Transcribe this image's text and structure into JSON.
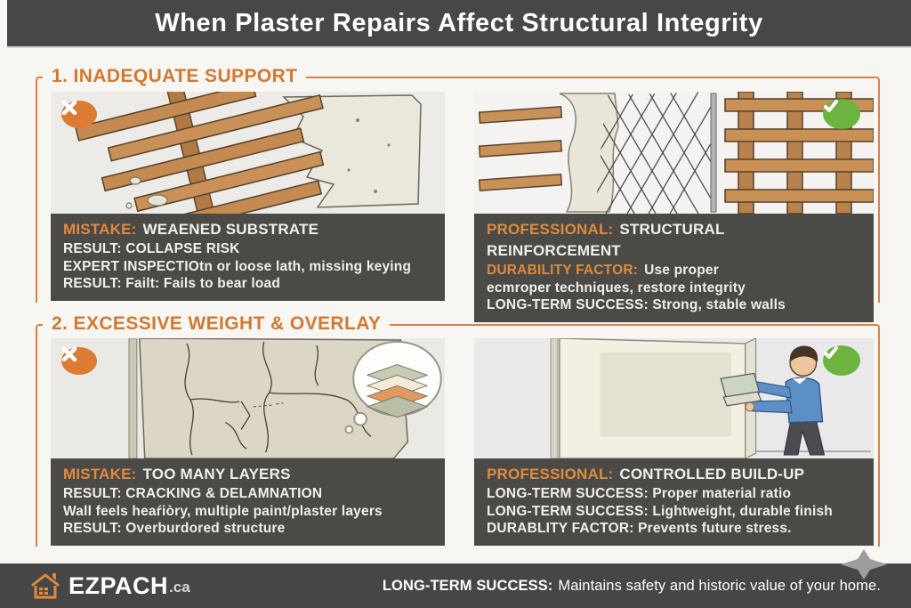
{
  "title": "When Plaster Repairs Affect Structural Integrity",
  "colors": {
    "accent_orange": "#d9813f",
    "heading_orange": "#d2792f",
    "label_orange": "#e08b3d",
    "success_green": "#6cb33f",
    "mistake_badge_orange": "#dd7b33",
    "caption_bg": "#4b4a47",
    "bar_bg": "#474747",
    "page_bg": "#f7f6f3"
  },
  "sections": [
    {
      "heading": "1. INADEQUATE SUPPORT",
      "mistake_panel": {
        "badge": "cross-icon",
        "illustration": "broken-lath-wall",
        "lines": [
          {
            "label": "MISTAKE:",
            "text": "WEAENED SUBSTRATE"
          },
          {
            "label": "",
            "text": "RESULT: COLLAPSE RISK"
          },
          {
            "label": "",
            "text": "EXPERT INSPECTIOtn or loose lath, missing keying"
          },
          {
            "label": "",
            "text": "RESULT: Failt: Fails to bear load"
          }
        ]
      },
      "pro_panel": {
        "badge": "check-icon",
        "illustration": "mesh-reinforced-lath",
        "lines": [
          {
            "label": "PROFESSIONAL:",
            "text": "STRUCTURAL REINFORCEMENT"
          },
          {
            "label": "DURABILITY FACTOR:",
            "text": "Use proper"
          },
          {
            "label": "",
            "text": "ecmroper techniques, restore integrity"
          },
          {
            "label": "",
            "text": "LONG-TERM SUCCESS: Strong, stable walls"
          }
        ]
      }
    },
    {
      "heading": "2. EXCESSIVE WEIGHT & OVERLAY",
      "mistake_panel": {
        "badge": "cross-icon",
        "illustration": "cracked-wall-thought-bubble",
        "lines": [
          {
            "label": "MISTAKE:",
            "text": "TOO MANY LAYERS"
          },
          {
            "label": "",
            "text": "RESULT: CRACKING & DELAMNATION"
          },
          {
            "label": "",
            "text": "Wall feels heaŕiòry, multiple paint/plaster layers"
          },
          {
            "label": "",
            "text": "RESULT: Overburdored structure"
          }
        ]
      },
      "pro_panel": {
        "badge": "check-icon",
        "illustration": "worker-applying-plaster",
        "lines": [
          {
            "label": "PROFESSIONAL:",
            "text": "CONTROLLED BUILD-UP"
          },
          {
            "label": "",
            "text": "LONG-TERM SUCCESS: Proper material ratio"
          },
          {
            "label": "",
            "text": "LONG-TERM SUCCESS: Lightweight, durable finish"
          },
          {
            "label": "",
            "text": "DURABLITY FACTOR: Prevents future stress."
          }
        ]
      }
    }
  ],
  "footer": {
    "brand": "EZPACH",
    "brand_suffix": ".ca",
    "tagline_label": "LONG-TERM SUCCESS:",
    "tagline_text": "Maintains safety and historic value of your home."
  }
}
